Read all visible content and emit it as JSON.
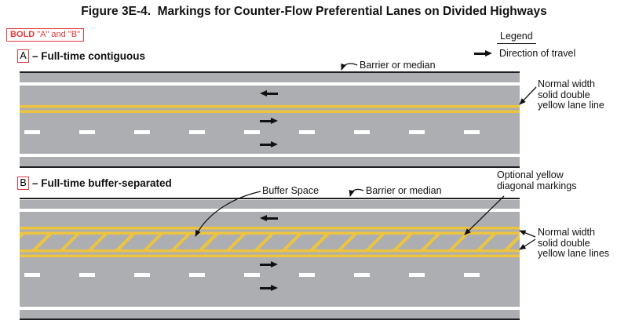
{
  "title": "Figure 3E-4.  Markings for Counter-Flow Preferential Lanes on Divided Highways",
  "note": {
    "bold_word": "BOLD",
    "rest": " \"A\" and \"B\""
  },
  "legend": {
    "heading": "Legend",
    "direction_label": "Direction of travel"
  },
  "colors": {
    "road_gray": "#ACAEB1",
    "marking_yellow": "#EEC43F",
    "annotation_red": "#E0393E",
    "edge_line_black": "#1F1F1F",
    "lane_dash_white": "#FFFFFF"
  },
  "diagram_a": {
    "letter": "A",
    "heading": "– Full-time contiguous",
    "labels": {
      "barrier": "Barrier or median",
      "yellow_line_1": "Normal width",
      "yellow_line_2": "solid double",
      "yellow_line_3": "yellow lane line"
    }
  },
  "diagram_b": {
    "letter": "B",
    "heading": "– Full-time buffer-separated",
    "labels": {
      "buffer": "Buffer Space",
      "barrier": "Barrier or median",
      "diagonal_1": "Optional yellow",
      "diagonal_2": "diagonal markings",
      "yellow_lines_1": "Normal width",
      "yellow_lines_2": "solid double",
      "yellow_lines_3": "yellow lane lines"
    }
  }
}
